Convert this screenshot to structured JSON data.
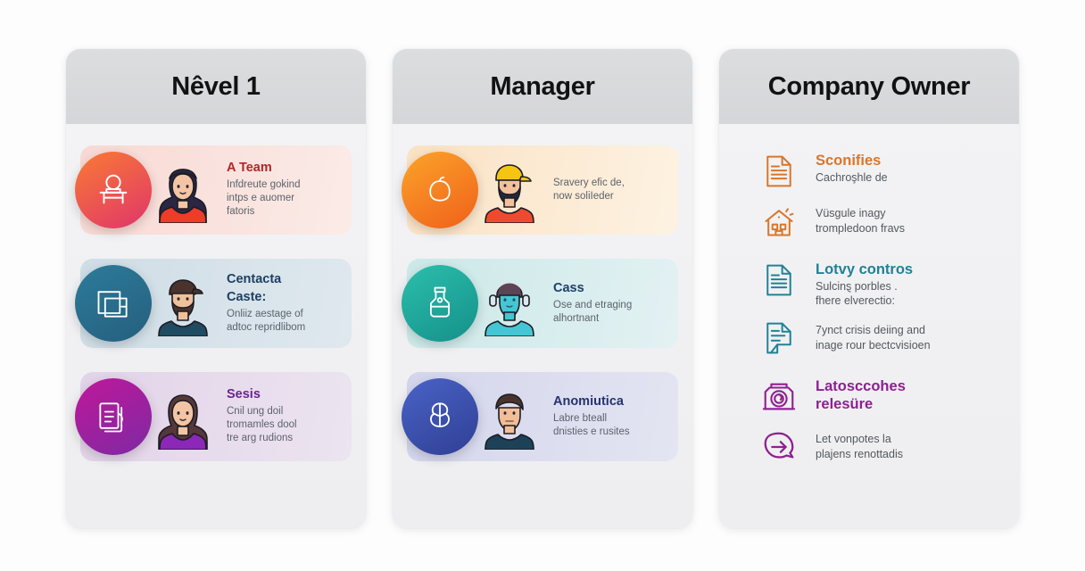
{
  "columns": [
    {
      "id": "level-1",
      "title": "Nêvel 1",
      "kind": "people",
      "rows": [
        {
          "title": "A Team",
          "desc": "Infdreute gokind\nintps e auomer\nfatoris",
          "title_color": "#b42525",
          "row_bg_from": "#f8d9d4",
          "row_bg_to": "#fbebe7",
          "badge_from": "#f97b33",
          "badge_to": "#e0356b",
          "badge_icon": "person-at-desk-icon",
          "avatar_icon": "woman-red-shirt-avatar",
          "avatar_hair": "#2a2744",
          "avatar_skin": "#f3c5a4",
          "avatar_shirt": "#ef3b2a"
        },
        {
          "title": "Centacta\nCaste:",
          "desc": "Onliiz aestage of\nadtoc repridlibom",
          "title_color": "#1d3f63",
          "row_bg_from": "#cfdde6",
          "row_bg_to": "#dfe8ee",
          "badge_from": "#2d7b9a",
          "badge_to": "#255f7e",
          "badge_icon": "overlapping-squares-icon",
          "avatar_icon": "bearded-man-cap-avatar",
          "avatar_hair": "#4a332c",
          "avatar_skin": "#f0c09a",
          "avatar_shirt": "#1f4b63"
        },
        {
          "title": "Sesis",
          "desc": "Cnil ung doil\ntromamles dool\ntre arg rudions",
          "title_color": "#6b2391",
          "row_bg_from": "#e2d3e8",
          "row_bg_to": "#ece4f0",
          "badge_from": "#c0179a",
          "badge_to": "#7d2aa3",
          "badge_icon": "documents-stack-icon",
          "avatar_icon": "woman-purple-shirt-avatar",
          "avatar_hair": "#56383a",
          "avatar_skin": "#f3c5a4",
          "avatar_shirt": "#8b28b8"
        }
      ]
    },
    {
      "id": "manager",
      "title": "Manager",
      "kind": "people",
      "rows": [
        {
          "title": "",
          "desc": "Sravery efic de,\nnow soliIeder",
          "title_color": "#7a4a12",
          "row_bg_from": "#fae2c4",
          "row_bg_to": "#fdf2e2",
          "badge_from": "#fba42a",
          "badge_to": "#f0601a",
          "badge_icon": "apple-outline-icon",
          "avatar_icon": "bearded-man-yellow-cap-avatar",
          "avatar_hair": "#20283d",
          "avatar_skin": "#f2c19c",
          "avatar_shirt": "#ef4a2e"
        },
        {
          "title": "Cass",
          "desc": "Ose and etraging\nalhortnant",
          "title_color": "#1f3f6b",
          "row_bg_from": "#cbe9e7",
          "row_bg_to": "#e3f1f3",
          "badge_from": "#2bbfad",
          "badge_to": "#159089",
          "badge_icon": "flask-bottle-icon",
          "avatar_icon": "headset-agent-avatar",
          "avatar_hair": "#5c4455",
          "avatar_skin": "#45c6d4",
          "avatar_shirt": "#45c6d4"
        },
        {
          "title": "Anomiutica",
          "desc": "Labre bteall\ndnisties e rusites",
          "title_color": "#25336e",
          "row_bg_from": "#d3d5ec",
          "row_bg_to": "#e4e5f2",
          "badge_from": "#4a63c8",
          "badge_to": "#2f3f93",
          "badge_icon": "brain-outline-icon",
          "avatar_icon": "short-hair-man-avatar",
          "avatar_hair": "#4a332c",
          "avatar_skin": "#f2be97",
          "avatar_shirt": "#1d4258"
        }
      ]
    },
    {
      "id": "company-owner",
      "title": "Company Owner",
      "kind": "features",
      "groups": [
        {
          "accent": "#d9762a",
          "rows": [
            {
              "icon": "document-lines-icon",
              "title": "Sconifies",
              "desc": "Cachroşhle de"
            },
            {
              "icon": "house-icon",
              "title": "",
              "desc": "Vüsgule inagy\ntrompledoon fravs"
            }
          ]
        },
        {
          "accent": "#1f8296",
          "rows": [
            {
              "icon": "document-lines-icon",
              "title": "Lotvy contros",
              "desc": "Sulcinȿ porbles .\nfhere elverectio:"
            },
            {
              "icon": "document-folded-icon",
              "title": "",
              "desc": "7ynct crisis deiing and\ninage rour bectcvisioen"
            }
          ]
        },
        {
          "accent": "#8e2090",
          "rows": [
            {
              "icon": "camera-lens-icon",
              "title": "Latosccohes\nrelesüre",
              "desc": ""
            },
            {
              "icon": "arrow-right-circle-icon",
              "title": "",
              "desc": "Let vonpotes la\nplajens renottadis"
            }
          ]
        }
      ]
    }
  ]
}
